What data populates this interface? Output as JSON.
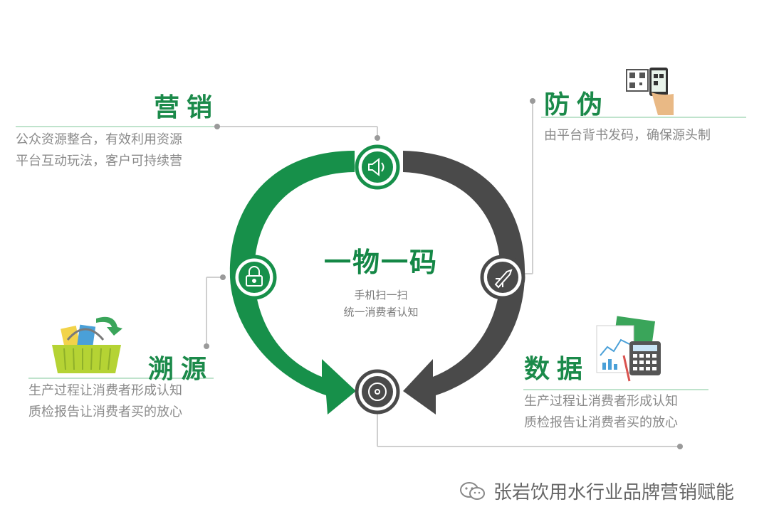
{
  "center": {
    "title": "一物一码",
    "line1": "手机扫一扫",
    "line2": "统一消费者认知"
  },
  "sections": {
    "marketing": {
      "title": "营销",
      "line1": "公众资源整合，有效利用资源",
      "line2": "平台互动玩法，客户可持续营"
    },
    "anticounterfeit": {
      "title": "防伪",
      "line1": "由平台背书发码，确保源头制"
    },
    "traceability": {
      "title": "溯源",
      "line1": "生产过程让消费者形成认知",
      "line2": "质检报告让消费者买的放心"
    },
    "data": {
      "title": "数据",
      "line1": "生产过程让消费者形成认知",
      "line2": "质检报告让消费者买的放心"
    }
  },
  "watermark": {
    "text": "张岩饮用水行业品牌营销赋能"
  },
  "colors": {
    "green": "#1b8a4a",
    "dark": "#4a4a4a",
    "line": "#cfcfcf"
  },
  "icons": [
    "speaker-icon",
    "lock-icon",
    "rocket-icon",
    "disc-icon",
    "shopping-basket-icon",
    "qr-phone-icon",
    "calculator-report-icon",
    "wechat-icon"
  ]
}
